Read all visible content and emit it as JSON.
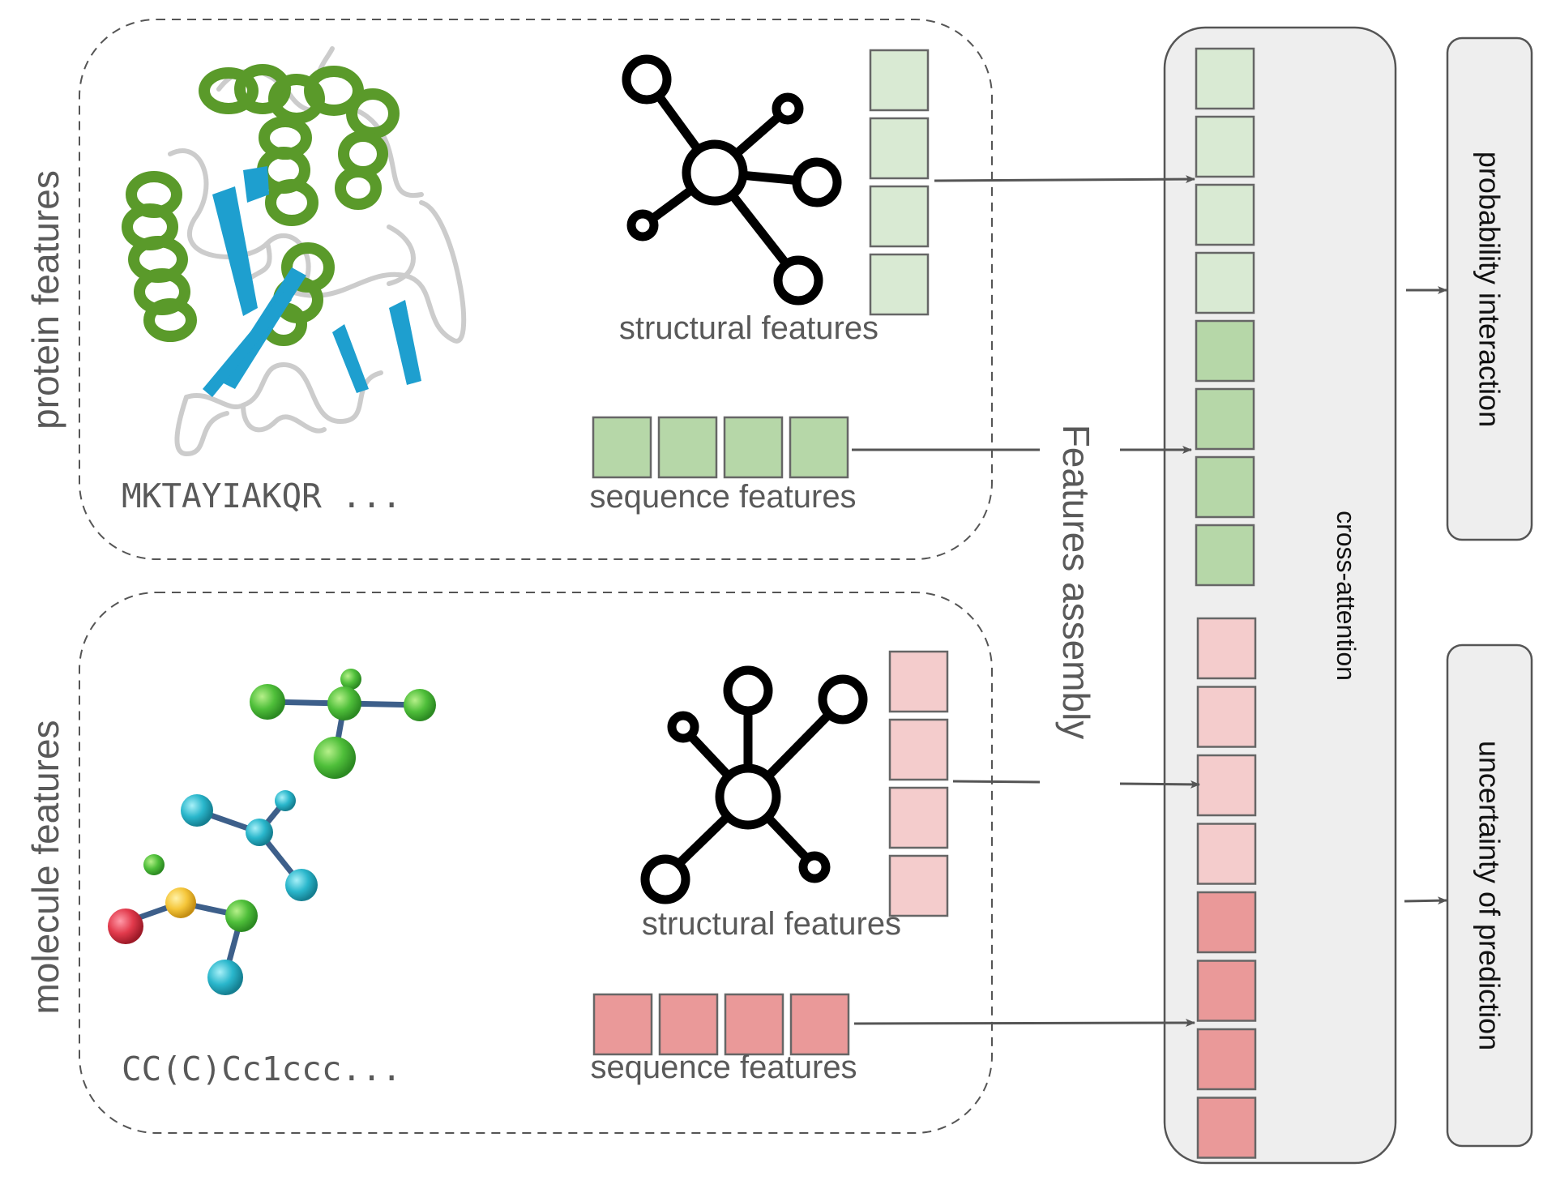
{
  "protein_panel": {
    "title": "protein features",
    "sequence_text": "MKTAYIAKQR ...",
    "structural_label": "structural features",
    "sequence_label": "sequence features",
    "structural_tokens": 4,
    "sequence_tokens": 4
  },
  "molecule_panel": {
    "title": "molecule features",
    "smiles_text": "CC(C)Cc1ccc...",
    "structural_label": "structural features",
    "sequence_label": "sequence features",
    "structural_tokens": 4,
    "sequence_tokens": 4
  },
  "assembly": {
    "label": "Features assembly"
  },
  "cross_attention": {
    "label": "cross-attention",
    "protein_structural_tokens": 4,
    "protein_sequence_tokens": 4,
    "molecule_structural_tokens": 4,
    "molecule_sequence_tokens": 4
  },
  "outputs": [
    {
      "label": "probability interaction"
    },
    {
      "label": "uncertainty of prediction"
    }
  ],
  "colors": {
    "protein_structural": "#d9ead3",
    "protein_sequence": "#b6d7a8",
    "molecule_structural": "#f4cccc",
    "molecule_sequence": "#ea9999",
    "panel_fill": "#eeeeee",
    "helix": "#5a9a2a",
    "strand": "#1e9fcf",
    "coil": "#cccccc"
  }
}
